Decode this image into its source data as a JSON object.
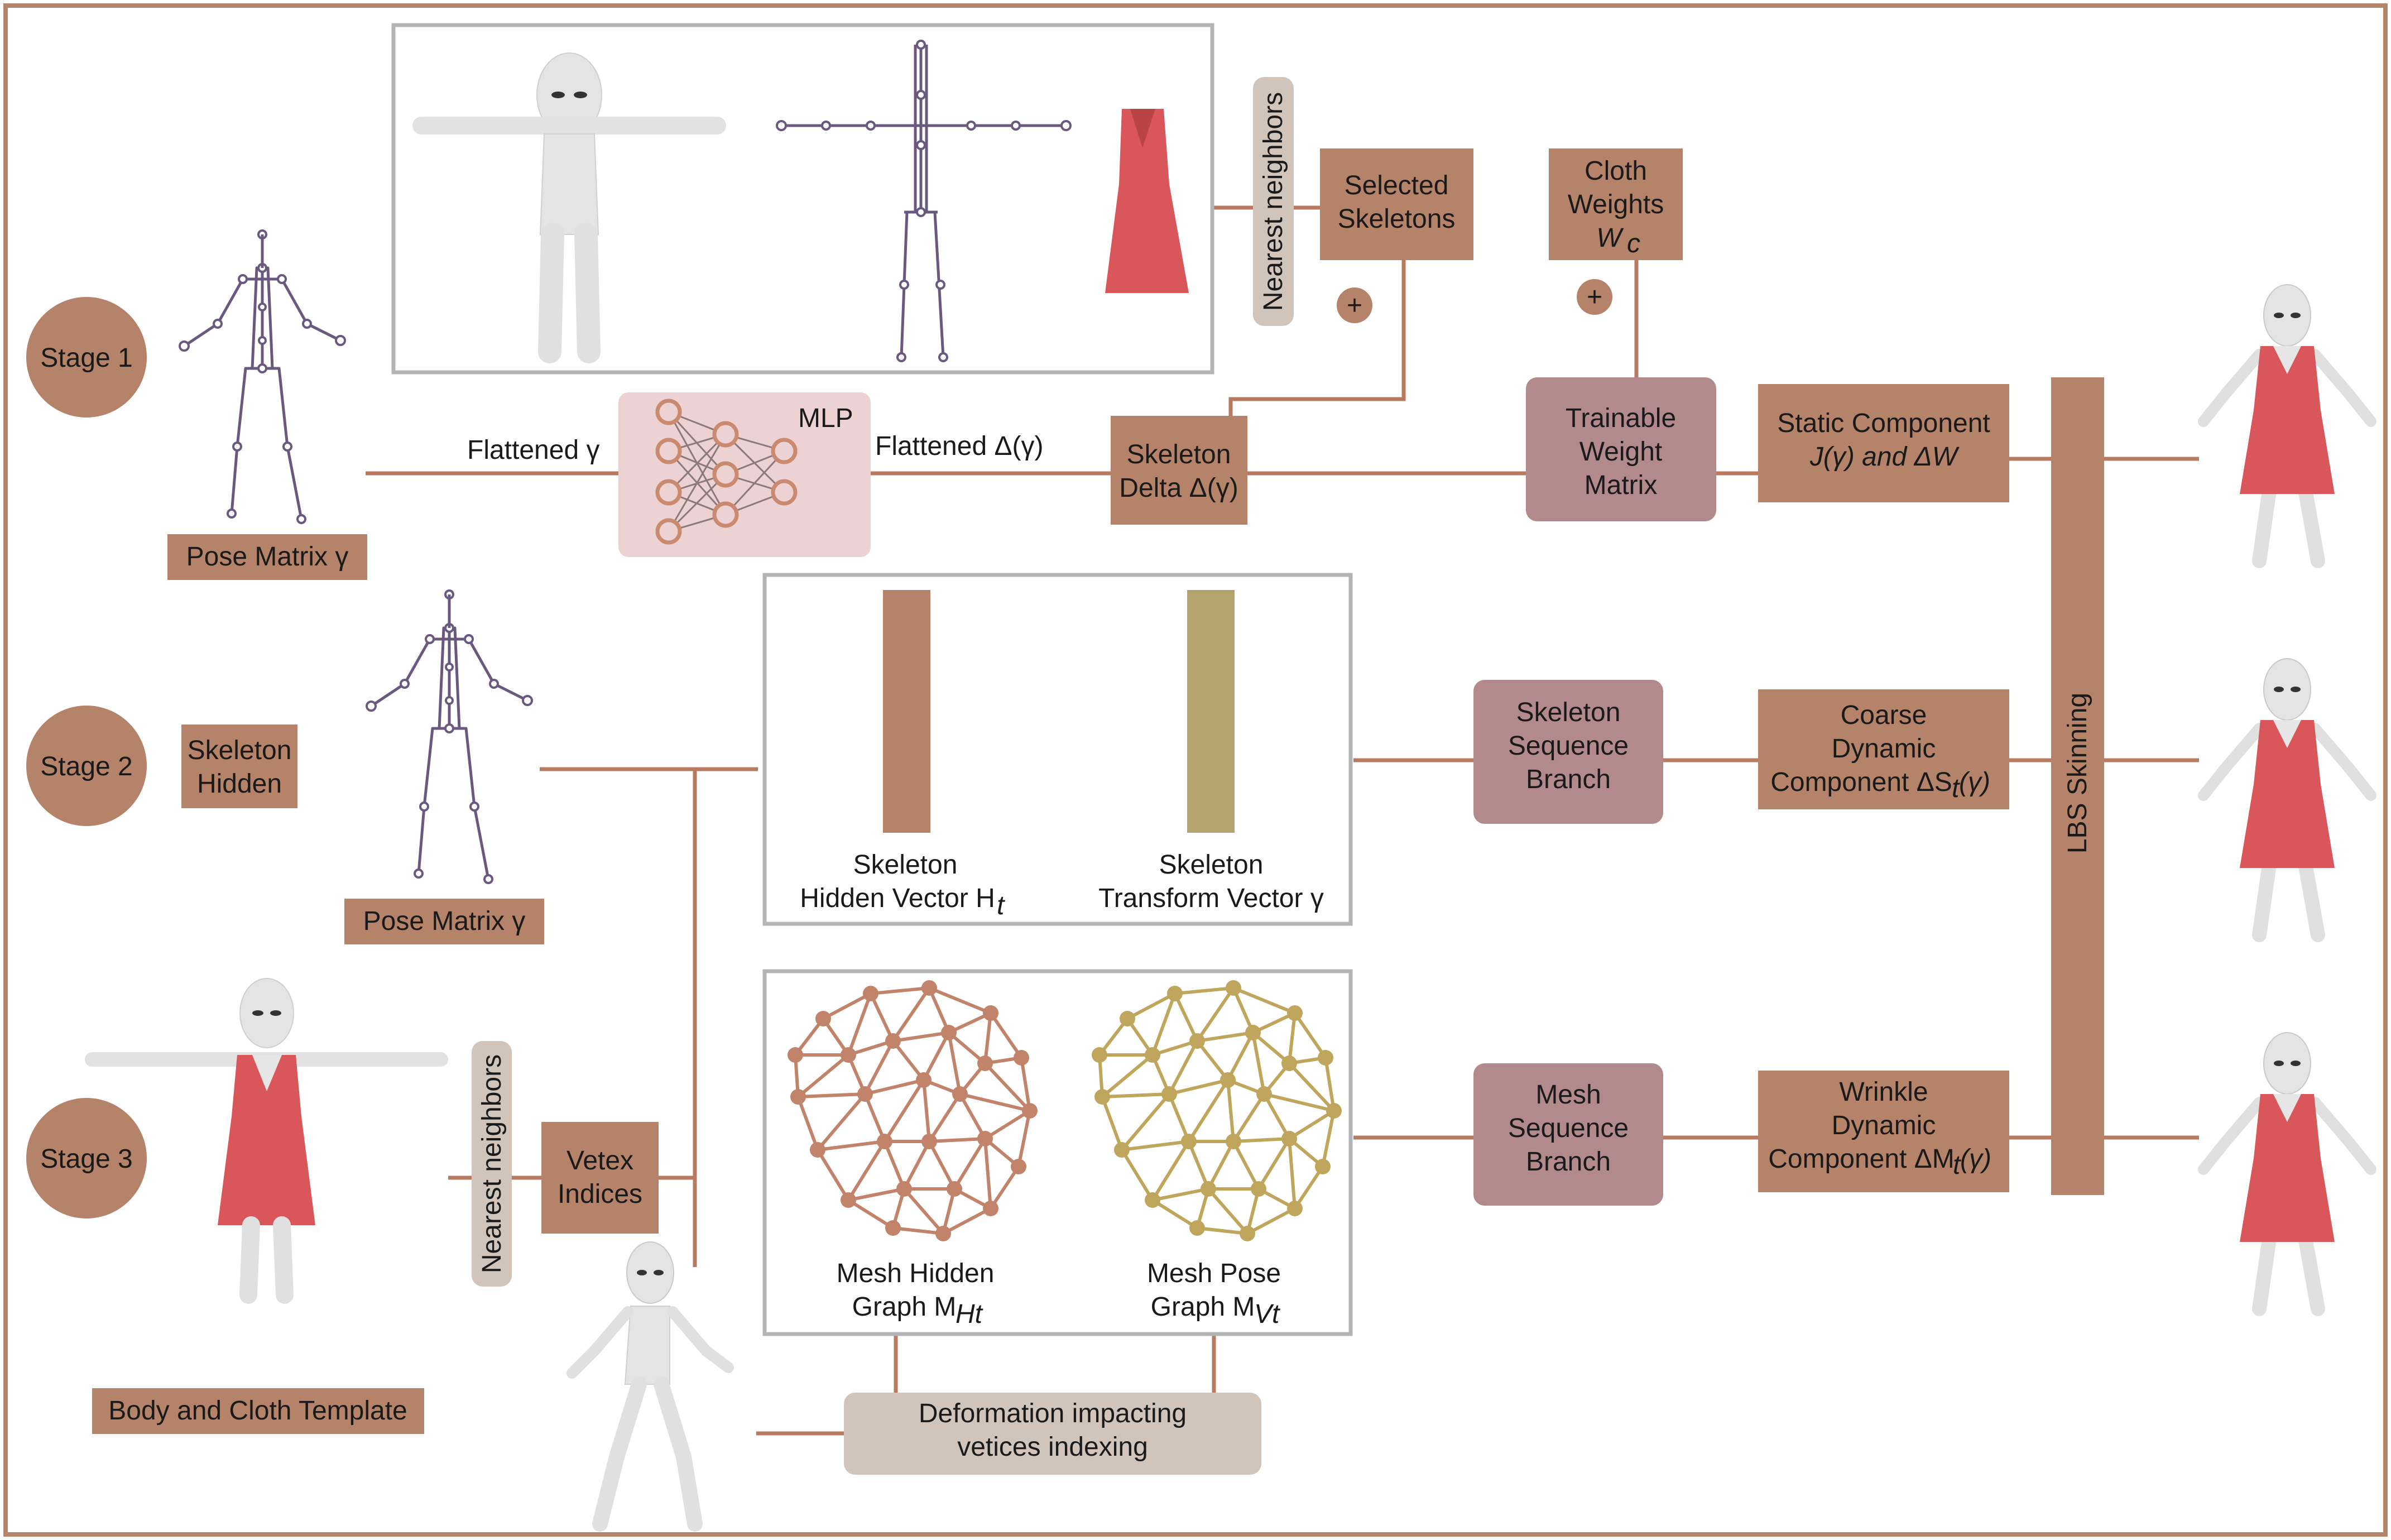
{
  "colors": {
    "frame": "#b5856b",
    "box_brown": "#b5826a",
    "box_mauve": "#b38a8c",
    "box_beige": "#d1c5bb",
    "mlp_fill": "#ecd2d2",
    "line": "#b97a5f",
    "gray_border": "#b4b4b4",
    "mesh_brown": "#c1836a",
    "mesh_gold": "#bfa65c",
    "dress": "#d9575a",
    "body": "#e6e6e6",
    "skeleton": "#6a587f"
  },
  "stages": {
    "s1": "Stage 1",
    "s2": "Stage 2",
    "s3": "Stage 3"
  },
  "labels": {
    "pose_matrix_1": "Pose Matrix γ",
    "pose_matrix_2": "Pose Matrix γ",
    "skeleton_hidden_1": "Skeleton",
    "skeleton_hidden_2": "Hidden",
    "body_cloth_template": "Body and Cloth Template",
    "flattened_gamma": "Flattened γ",
    "flattened_delta": "Flattened Δ(γ)",
    "mlp": "MLP",
    "nearest_neighbors_top": "Nearest neighbors",
    "nearest_neighbors_bottom": "Nearest neighbors",
    "selected_skeletons_1": "Selected",
    "selected_skeletons_2": "Skeletons",
    "plus": "+",
    "cloth_weights_1": "Cloth",
    "cloth_weights_2": "Weights",
    "cloth_weights_3": "W",
    "cloth_weights_sub": "c",
    "skeleton_delta_1": "Skeleton",
    "skeleton_delta_2": "Delta Δ(γ)",
    "trainable_1": "Trainable",
    "trainable_2": "Weight",
    "trainable_3": "Matrix",
    "static_1": "Static Component",
    "static_2": "J(γ) and ΔW",
    "lbs": "LBS Skinning",
    "skel_hidden_vec_1": "Skeleton",
    "skel_hidden_vec_2": "Hidden Vector H",
    "skel_hidden_vec_sub": "t",
    "skel_transform_1": "Skeleton",
    "skel_transform_2": "Transform Vector γ",
    "skel_seq_1": "Skeleton",
    "skel_seq_2": "Sequence",
    "skel_seq_3": "Branch",
    "coarse_1": "Coarse",
    "coarse_2": "Dynamic",
    "coarse_3": "Component ΔS",
    "coarse_sub": "t",
    "coarse_tail": "(γ)",
    "vetex_1": "Vetex",
    "vetex_2": "Indices",
    "mesh_hidden_1": "Mesh Hidden",
    "mesh_hidden_2": "Graph M",
    "mesh_hidden_sub": "Ht",
    "mesh_pose_1": "Mesh Pose",
    "mesh_pose_2": "Graph M",
    "mesh_pose_sub": "Vt",
    "mesh_seq_1": "Mesh",
    "mesh_seq_2": "Sequence",
    "mesh_seq_3": "Branch",
    "wrinkle_1": "Wrinkle",
    "wrinkle_2": "Dynamic",
    "wrinkle_3": "Component ΔM",
    "wrinkle_sub": "t",
    "wrinkle_tail": "(γ)",
    "deform_1": "Deformation impacting",
    "deform_2": "vetices indexing"
  }
}
